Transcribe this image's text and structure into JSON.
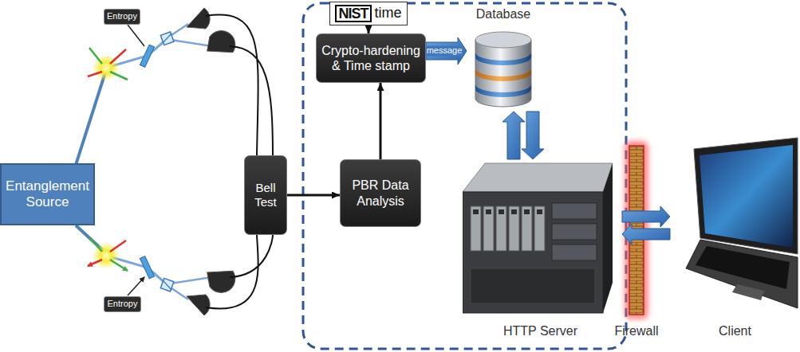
{
  "diagram": {
    "nodes": [
      {
        "text": [
          "Entanglement Source"
        ]
      },
      {
        "text": [
          "Entropy"
        ]
      },
      {
        "text": [
          "Entropy"
        ]
      },
      {
        "text": [
          "Bell Test"
        ]
      },
      {
        "text": [
          "NIST",
          "time"
        ]
      },
      {
        "text": [
          "Crypto-hardening & Time stamp"
        ]
      },
      {
        "text": [
          "PBR Data Analysis"
        ]
      },
      {
        "text": [
          "Database"
        ]
      },
      {
        "text": [
          "HTTP Server"
        ]
      },
      {
        "text": [
          "Firewall"
        ]
      },
      {
        "text": [
          "Client"
        ]
      }
    ],
    "edges": [
      {
        "from": 3,
        "to": 6,
        "arrow": "to"
      },
      {
        "from": 6,
        "to": 5,
        "arrow": "to"
      },
      {
        "from": 4,
        "to": 5,
        "arrow": "to"
      },
      {
        "from": 5,
        "to": 7,
        "label": "message",
        "arrow": "to"
      },
      {
        "from": 7,
        "to": 8,
        "arrow": "to"
      },
      {
        "from": 8,
        "to": 7,
        "arrow": "to"
      },
      {
        "from": 8,
        "to": 10,
        "arrow": "to"
      },
      {
        "from": 10,
        "to": 8,
        "arrow": "to"
      }
    ]
  }
}
